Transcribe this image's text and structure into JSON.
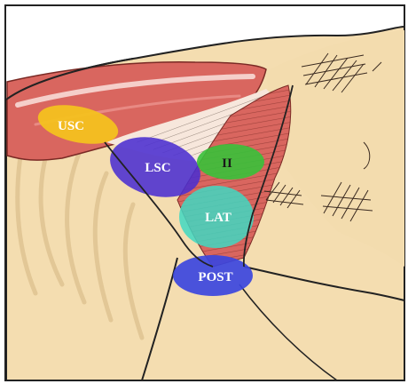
{
  "diagram": {
    "regions": [
      {
        "id": "usc",
        "label": "USC",
        "color": "#f4c11f"
      },
      {
        "id": "lsc",
        "label": "LSC",
        "color": "#4b2fd0"
      },
      {
        "id": "ii",
        "label": "II",
        "color": "#39c13a"
      },
      {
        "id": "lat",
        "label": "LAT",
        "color": "#3fd8c2"
      },
      {
        "id": "post",
        "label": "POST",
        "color": "#3b45de"
      }
    ],
    "colors": {
      "skin": "#f4ddb0",
      "skin_shadow": "#e9cc98",
      "muscle": "#d9665f",
      "muscle_light": "#f5cfca",
      "outline": "#222222"
    }
  }
}
